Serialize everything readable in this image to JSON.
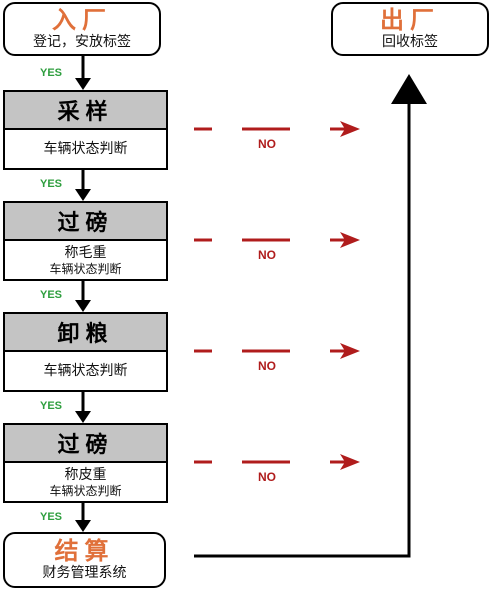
{
  "start": {
    "title": "入厂",
    "subtitle": "登记，安放标签"
  },
  "end": {
    "title": "出厂",
    "subtitle": "回收标签"
  },
  "steps": [
    {
      "title": "采样",
      "lines": [
        "车辆状态判断"
      ]
    },
    {
      "title": "过磅",
      "lines": [
        "称毛重",
        "车辆状态判断"
      ]
    },
    {
      "title": "卸粮",
      "lines": [
        "车辆状态判断"
      ]
    },
    {
      "title": "过磅",
      "lines": [
        "称皮重",
        "车辆状态判断"
      ]
    }
  ],
  "final": {
    "title": "结算",
    "subtitle": "财务管理系统"
  },
  "labels": {
    "yes": "YES",
    "no": "NO"
  },
  "colors": {
    "accent": "#e0703a",
    "yes": "#2e9e3e",
    "no": "#b01c1c",
    "header_fill": "#c4c4c4"
  }
}
